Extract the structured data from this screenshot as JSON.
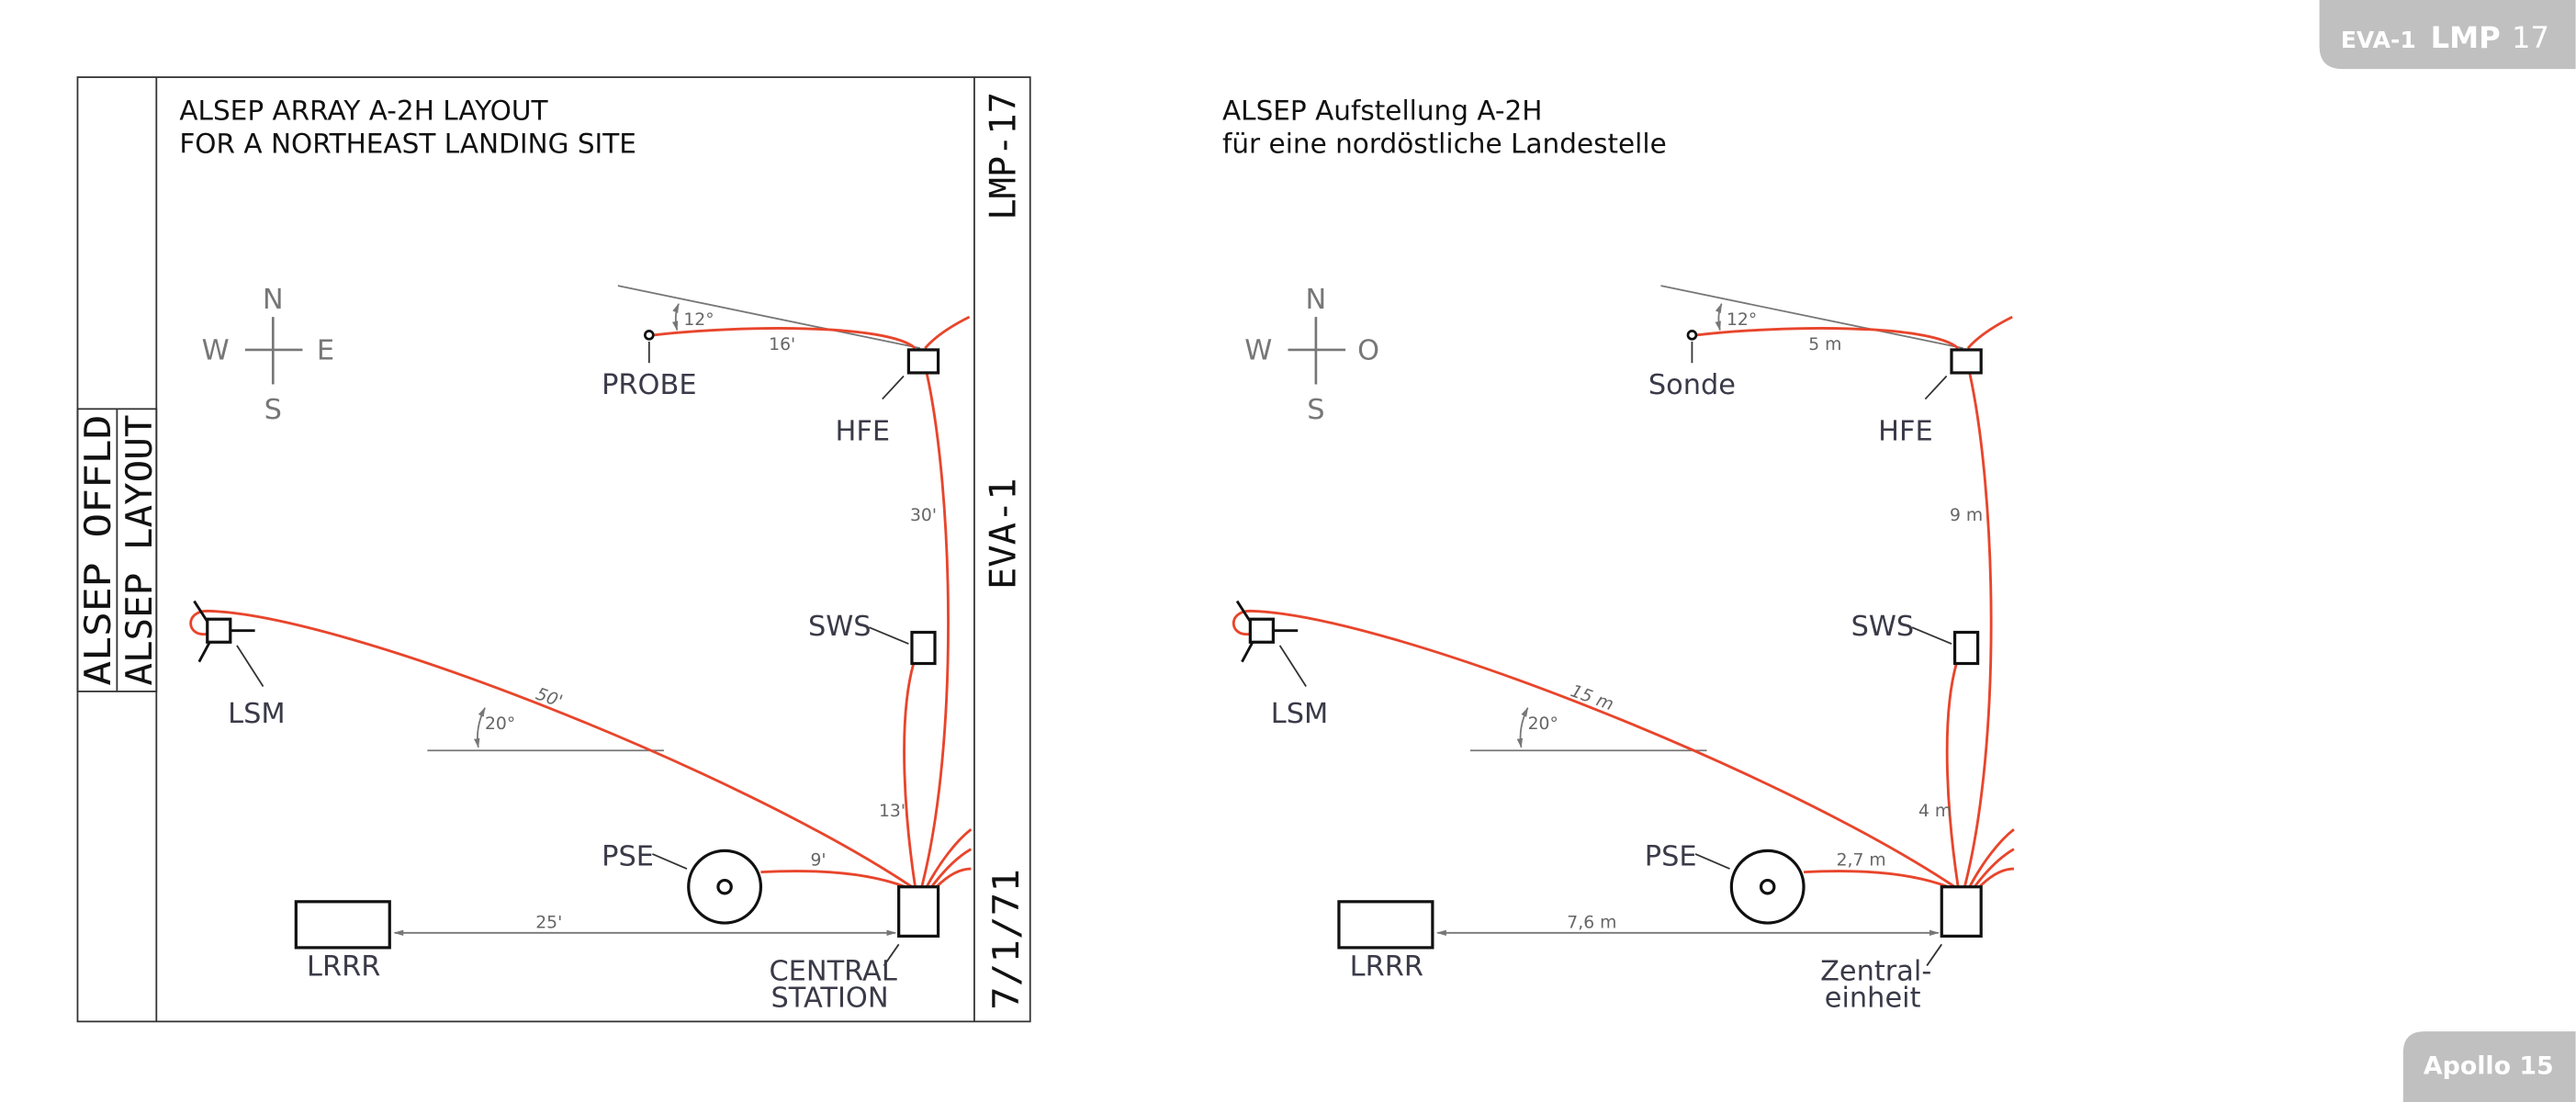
{
  "corner_tab_top": {
    "eva": "EVA-1",
    "role": "LMP",
    "page": "17"
  },
  "corner_tab_bottom": {
    "mission": "Apollo 15"
  },
  "colors": {
    "cable": "#e8452c",
    "tab": "#c0c0c0",
    "label": "#3a3a48"
  },
  "card": {
    "side_label_1": "ALSEP OFFLD",
    "side_label_2": "ALSEP LAYOUT",
    "right_top": "LMP-17",
    "right_mid": "EVA-1",
    "right_bottom": "7/1/71"
  },
  "diagrams": [
    {
      "title_1": "ALSEP ARRAY A-2H LAYOUT",
      "title_2": "FOR A NORTHEAST LANDING SITE",
      "compass": {
        "n": "N",
        "s": "S",
        "w": "W",
        "e": "E"
      },
      "labels": {
        "probe": "PROBE",
        "hfe": "HFE",
        "sws": "SWS",
        "lsm": "LSM",
        "pse": "PSE",
        "lrrr": "LRRR",
        "central_1": "CENTRAL",
        "central_2": "STATION"
      },
      "dims": {
        "angle_probe": "12°",
        "probe_hfe": "16'",
        "hfe_central": "30'",
        "sws_central": "13'",
        "lsm_central": "50'",
        "angle_lsm": "20°",
        "pse_central": "9'",
        "lrrr_central": "25'"
      }
    },
    {
      "title_1": "ALSEP Aufstellung A-2H",
      "title_2": "für eine nordöstliche Landestelle",
      "compass": {
        "n": "N",
        "s": "S",
        "w": "W",
        "e": "O"
      },
      "labels": {
        "probe": "Sonde",
        "hfe": "HFE",
        "sws": "SWS",
        "lsm": "LSM",
        "pse": "PSE",
        "lrrr": "LRRR",
        "central_1": "Zentral-",
        "central_2": "einheit"
      },
      "dims": {
        "angle_probe": "12°",
        "probe_hfe": "5 m",
        "hfe_central": "9 m",
        "sws_central": "4 m",
        "lsm_central": "15 m",
        "angle_lsm": "20°",
        "pse_central": "2,7 m",
        "lrrr_central": "7,6 m"
      }
    }
  ]
}
